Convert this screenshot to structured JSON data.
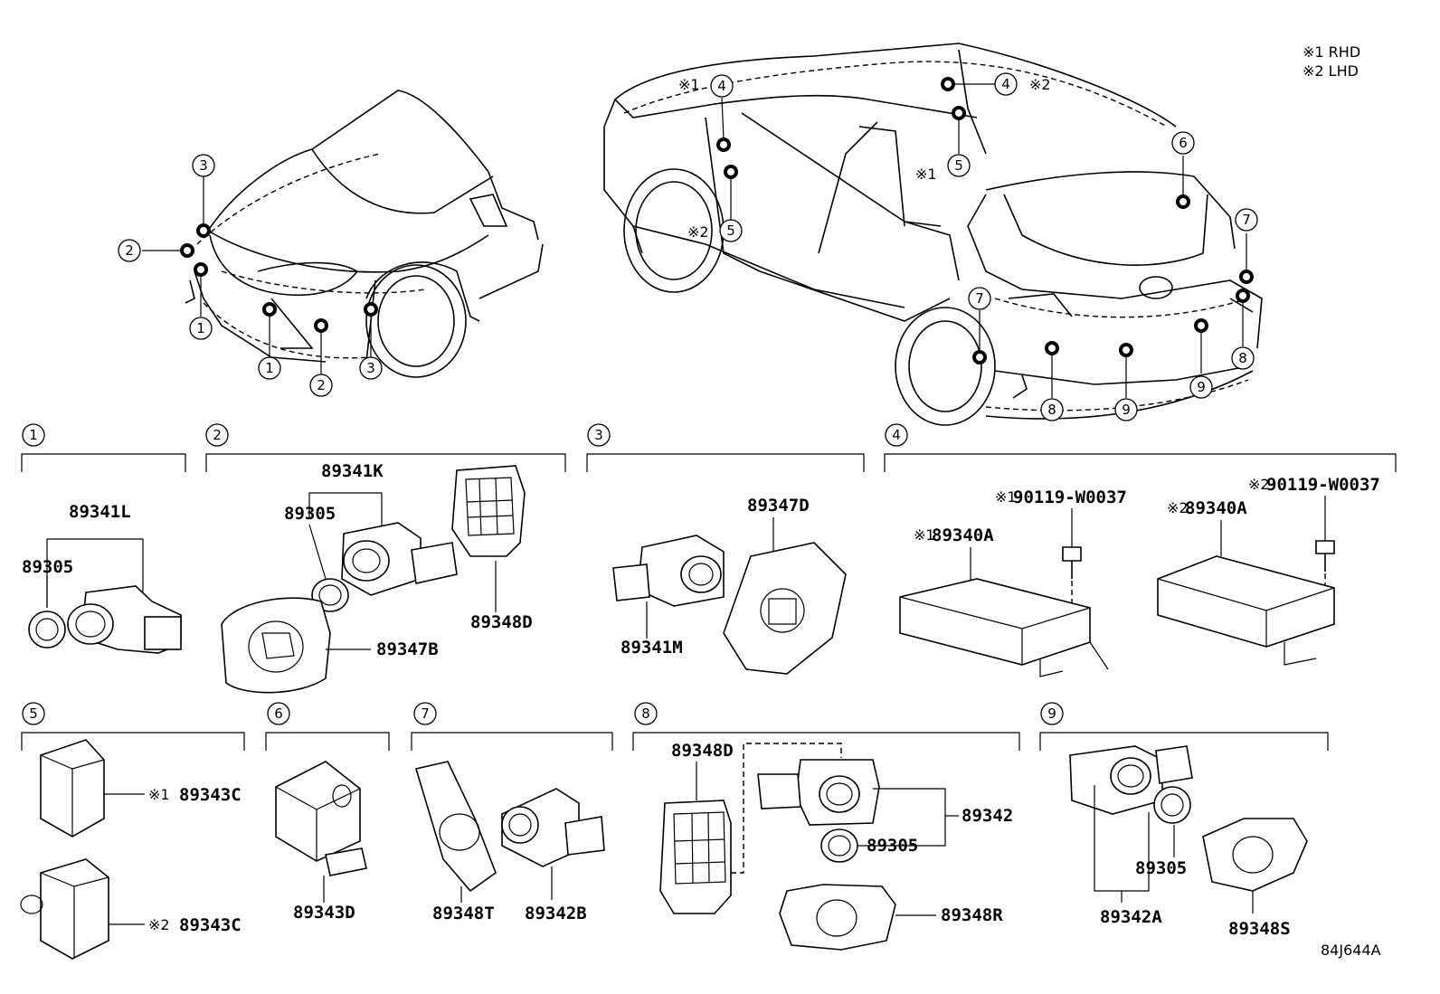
{
  "legend": {
    "rhd": "※1 RHD",
    "lhd": "※2 LHD"
  },
  "mark1": "※1",
  "mark2": "※2",
  "figure_code": "84J644A",
  "callout_numbers": [
    "1",
    "2",
    "3",
    "4",
    "5",
    "6",
    "7",
    "8",
    "9"
  ],
  "groups": {
    "g1": {
      "num": "1",
      "parts": [
        "89341L",
        "89305"
      ]
    },
    "g2": {
      "num": "2",
      "parts": [
        "89341K",
        "89305",
        "89347B",
        "89348D"
      ]
    },
    "g3": {
      "num": "3",
      "parts": [
        "89347D",
        "89341M"
      ]
    },
    "g4": {
      "num": "4",
      "parts": [
        "89340A",
        "90119-W0037",
        "89340A",
        "90119-W0037"
      ]
    },
    "g5": {
      "num": "5",
      "parts": [
        "89343C",
        "89343C"
      ]
    },
    "g6": {
      "num": "6",
      "parts": [
        "89343D"
      ]
    },
    "g7": {
      "num": "7",
      "parts": [
        "89348T",
        "89342B"
      ]
    },
    "g8": {
      "num": "8",
      "parts": [
        "89348D",
        "89342",
        "89305",
        "89348R"
      ]
    },
    "g9": {
      "num": "9",
      "parts": [
        "89305",
        "89342A",
        "89348S"
      ]
    }
  }
}
